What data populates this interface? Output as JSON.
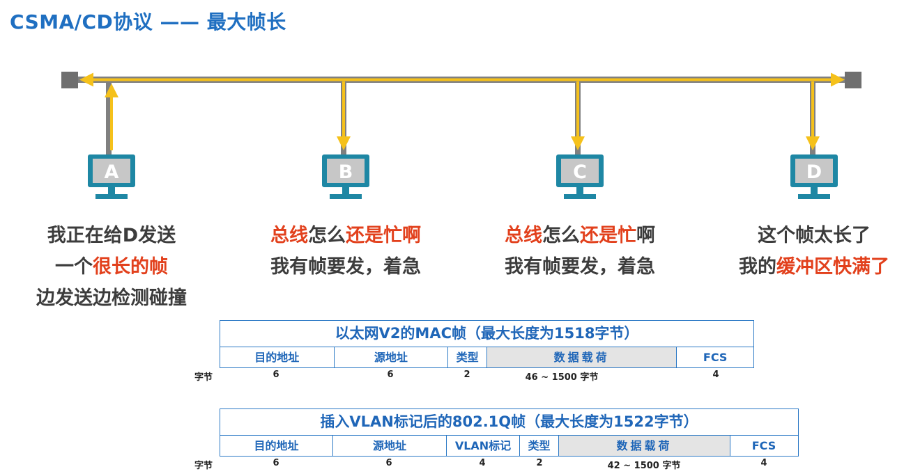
{
  "title": "CSMA/CD协议 —— 最大帧长",
  "colors": {
    "title": "#1f6fc1",
    "bus": "#808080",
    "signal": "#f5c11b",
    "monitor": "#1e87a4",
    "highlight_red": "#e2401c",
    "frame_border": "#2a78c5",
    "payload_fill": "#e4e4e4"
  },
  "stations": [
    {
      "letter": "A",
      "lines": [
        [
          {
            "t": "我正在给D发送",
            "red": false
          }
        ],
        [
          {
            "t": "一个",
            "red": false
          },
          {
            "t": "很长的帧",
            "red": true
          }
        ],
        [
          {
            "t": "边发送边检测碰撞",
            "red": false
          }
        ]
      ]
    },
    {
      "letter": "B",
      "lines": [
        [
          {
            "t": "总线",
            "red": true
          },
          {
            "t": "怎么",
            "red": false
          },
          {
            "t": "还是忙啊",
            "red": true
          }
        ],
        [
          {
            "t": "我有帧要发，着急",
            "red": false
          }
        ]
      ]
    },
    {
      "letter": "C",
      "lines": [
        [
          {
            "t": "总线",
            "red": true
          },
          {
            "t": "怎么",
            "red": false
          },
          {
            "t": "还是忙",
            "red": true
          },
          {
            "t": "啊",
            "red": false
          }
        ],
        [
          {
            "t": "我有帧要发，着急",
            "red": false
          }
        ]
      ]
    },
    {
      "letter": "D",
      "lines": [
        [
          {
            "t": "这个帧太长了",
            "red": false
          }
        ],
        [
          {
            "t": "我的",
            "red": false
          },
          {
            "t": "缓冲区快满了",
            "red": true
          }
        ]
      ]
    }
  ],
  "frames": [
    {
      "title": "以太网V2的MAC帧（最大长度为1518字节）",
      "fields": [
        {
          "label": "目的地址",
          "bytes": "6",
          "payload": false
        },
        {
          "label": "源地址",
          "bytes": "6",
          "payload": false
        },
        {
          "label": "类型",
          "bytes": "2",
          "payload": false
        },
        {
          "label": "数据载荷",
          "bytes": "46 ~ 1500 字节",
          "payload": true
        },
        {
          "label": "FCS",
          "bytes": "4",
          "payload": false
        }
      ],
      "bytes_label": "字节"
    },
    {
      "title": "插入VLAN标记后的802.1Q帧（最大长度为1522字节）",
      "fields": [
        {
          "label": "目的地址",
          "bytes": "6",
          "payload": false
        },
        {
          "label": "源地址",
          "bytes": "6",
          "payload": false
        },
        {
          "label": "VLAN标记",
          "bytes": "4",
          "payload": false
        },
        {
          "label": "类型",
          "bytes": "2",
          "payload": false
        },
        {
          "label": "数据载荷",
          "bytes": "42 ~ 1500 字节",
          "payload": true
        },
        {
          "label": "FCS",
          "bytes": "4",
          "payload": false
        }
      ],
      "bytes_label": "字节"
    }
  ]
}
